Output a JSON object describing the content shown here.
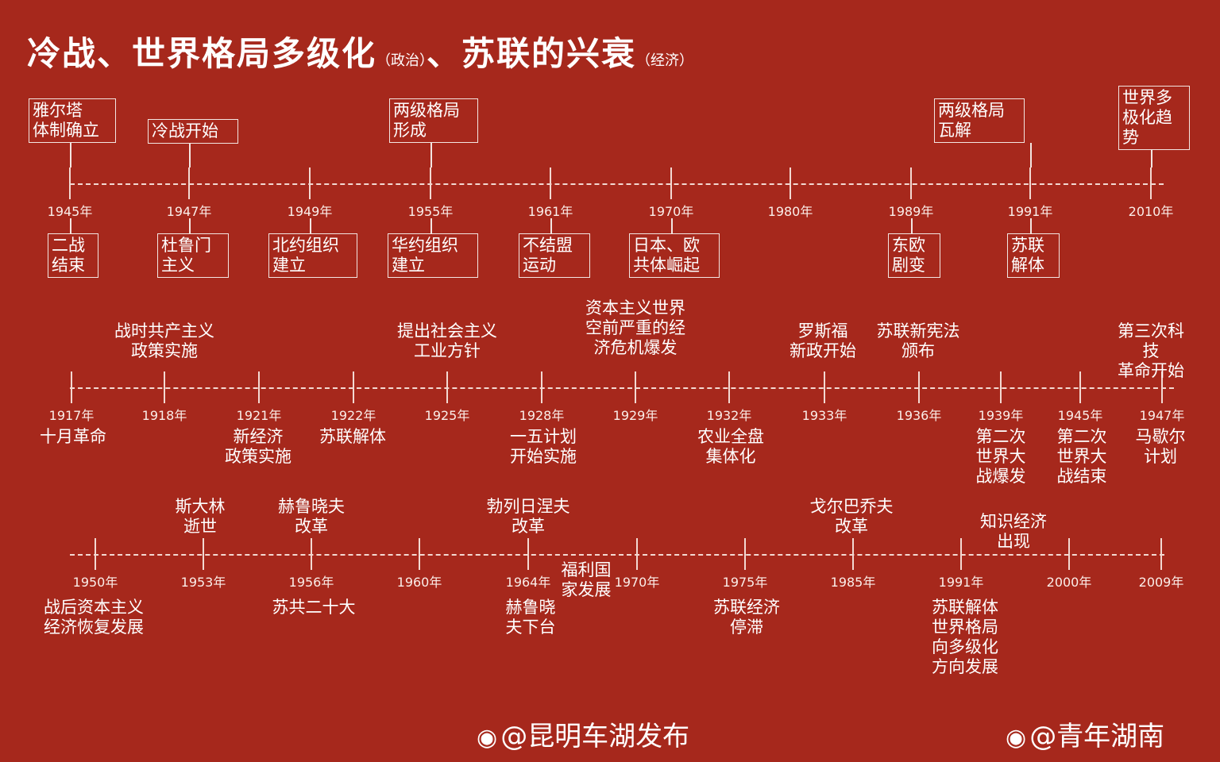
{
  "title": {
    "part1": "冷战、世界格局多级化",
    "part1_note": "（政治）",
    "sep": "、",
    "part2": "苏联的兴衰",
    "part2_note": "（经济）"
  },
  "timeline1": {
    "ticks": [
      {
        "year": "1945年",
        "above": "雅尔塔\n体制确立",
        "below": "二战\n结束"
      },
      {
        "year": "1947年",
        "above": "冷战开始",
        "below": "杜鲁门\n主义"
      },
      {
        "year": "1949年",
        "above": "",
        "below": "北约组织\n建立"
      },
      {
        "year": "1955年",
        "above": "两级格局\n形成",
        "below": "华约组织\n建立"
      },
      {
        "year": "1961年",
        "above": "",
        "below": "不结盟\n运动"
      },
      {
        "year": "1970年",
        "above": "",
        "below": "日本、欧\n共体崛起"
      },
      {
        "year": "1980年",
        "above": "",
        "below": ""
      },
      {
        "year": "1989年",
        "above": "",
        "below": "东欧\n剧变"
      },
      {
        "year": "1991年",
        "above": "两级格局\n瓦解",
        "below": "苏联\n解体"
      },
      {
        "year": "2010年",
        "above": "世界多\n极化趋\n势",
        "below": ""
      }
    ]
  },
  "timeline2": {
    "ticks": [
      {
        "year": "1917年",
        "above": "",
        "below": "十月革命"
      },
      {
        "year": "1918年",
        "above": "战时共产主义\n政策实施",
        "below": ""
      },
      {
        "year": "1921年",
        "above": "",
        "below": "新经济\n政策实施"
      },
      {
        "year": "1922年",
        "above": "",
        "below": "苏联解体"
      },
      {
        "year": "1925年",
        "above": "提出社会主义\n工业方针",
        "below": ""
      },
      {
        "year": "1928年",
        "above": "",
        "below": "一五计划\n开始实施"
      },
      {
        "year": "1929年",
        "above": "资本主义世界\n空前严重的经\n济危机爆发",
        "below": ""
      },
      {
        "year": "1932年",
        "above": "",
        "below": "农业全盘\n集体化"
      },
      {
        "year": "1933年",
        "above": "罗斯福\n新政开始",
        "below": ""
      },
      {
        "year": "1936年",
        "above": "苏联新宪法\n颁布",
        "below": ""
      },
      {
        "year": "1939年",
        "above": "",
        "below": "第二次\n世界大\n战爆发"
      },
      {
        "year": "1945年",
        "above": "",
        "below": "第二次\n世界大\n战结束"
      },
      {
        "year": "1947年",
        "above": "第三次科技\n革命开始",
        "below": "马歇尔\n计划"
      }
    ]
  },
  "timeline3": {
    "ticks": [
      {
        "year": "1950年",
        "above": "",
        "below": "战后资本主义\n经济恢复发展"
      },
      {
        "year": "1953年",
        "above": "斯大林\n逝世",
        "below": ""
      },
      {
        "year": "1956年",
        "above": "赫鲁晓夫\n改革",
        "below": "苏共二十大"
      },
      {
        "year": "1960年",
        "above": "",
        "below": ""
      },
      {
        "year": "1964年",
        "above": "勃列日涅夫\n改革",
        "below": "赫鲁晓\n夫下台"
      },
      {
        "year": "1970年",
        "above": "福利国\n家发展",
        "below": ""
      },
      {
        "year": "1975年",
        "above": "",
        "below": "苏联经济\n停滞"
      },
      {
        "year": "1985年",
        "above": "戈尔巴乔夫\n改革",
        "below": ""
      },
      {
        "year": "1991年",
        "above": "",
        "below": "苏联解体\n世界格局\n向多级化\n方向发展"
      },
      {
        "year": "2000年",
        "above": "知识经济\n出现",
        "below": ""
      },
      {
        "year": "2009年",
        "above": "",
        "below": ""
      }
    ]
  },
  "watermarks": {
    "left": "@昆明车湖发布",
    "right": "@青年湖南",
    "icon": "weibo-icon"
  }
}
